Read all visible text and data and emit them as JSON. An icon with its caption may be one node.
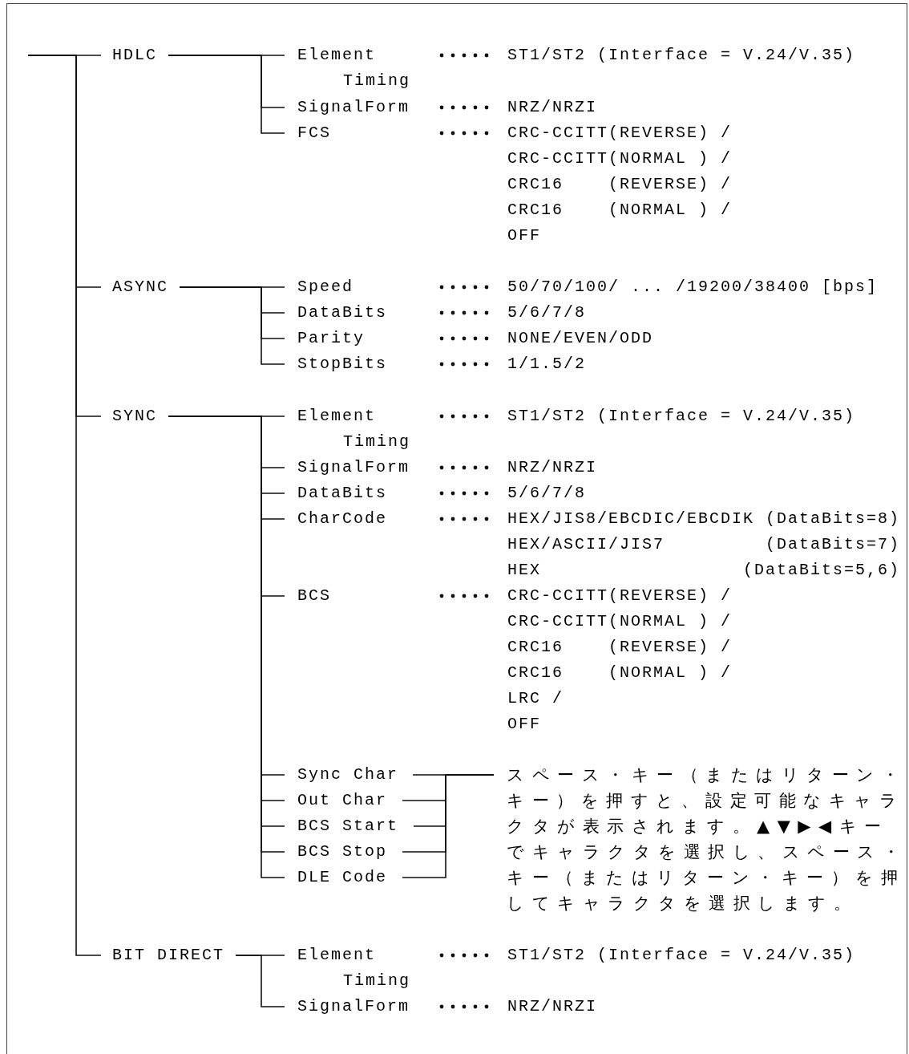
{
  "diagram": {
    "nodes": [
      {
        "text": [
          "HDLC"
        ]
      },
      {
        "text": [
          "Element Timing"
        ]
      },
      {
        "text": [
          "SignalForm"
        ]
      },
      {
        "text": [
          "FCS"
        ]
      },
      {
        "text": [
          "ASYNC"
        ]
      },
      {
        "text": [
          "Speed"
        ]
      },
      {
        "text": [
          "DataBits"
        ]
      },
      {
        "text": [
          "Parity"
        ]
      },
      {
        "text": [
          "StopBits"
        ]
      },
      {
        "text": [
          "SYNC"
        ]
      },
      {
        "text": [
          "Element Timing"
        ]
      },
      {
        "text": [
          "SignalForm"
        ]
      },
      {
        "text": [
          "DataBits"
        ]
      },
      {
        "text": [
          "CharCode"
        ]
      },
      {
        "text": [
          "BCS"
        ]
      },
      {
        "text": [
          "Sync Char"
        ]
      },
      {
        "text": [
          "Out Char"
        ]
      },
      {
        "text": [
          "BCS Start"
        ]
      },
      {
        "text": [
          "BCS Stop"
        ]
      },
      {
        "text": [
          "DLE Code"
        ]
      },
      {
        "text": [
          "スペース・キー（またはリターン・キー）を押すと、設定可能なキャラクタが表示されます。▲▼▶◀キーでキャラクタを選択し、スペース・キー（またはリターン・キー）を押してキャラクタを選択します。"
        ]
      },
      {
        "text": [
          "BIT DIRECT"
        ]
      },
      {
        "text": [
          "Element Timing"
        ]
      },
      {
        "text": [
          "SignalForm"
        ]
      }
    ],
    "edges": [
      {
        "from": null,
        "to": 0,
        "arrow": "none"
      },
      {
        "from": null,
        "to": 4,
        "arrow": "none"
      },
      {
        "from": null,
        "to": 9,
        "arrow": "none"
      },
      {
        "from": null,
        "to": 21,
        "arrow": "none"
      },
      {
        "from": 0,
        "to": 1,
        "arrow": "none"
      },
      {
        "from": 0,
        "to": 2,
        "arrow": "none"
      },
      {
        "from": 0,
        "to": 3,
        "arrow": "none"
      },
      {
        "from": 4,
        "to": 5,
        "arrow": "none"
      },
      {
        "from": 4,
        "to": 6,
        "arrow": "none"
      },
      {
        "from": 4,
        "to": 7,
        "arrow": "none"
      },
      {
        "from": 4,
        "to": 8,
        "arrow": "none"
      },
      {
        "from": 9,
        "to": 10,
        "arrow": "none"
      },
      {
        "from": 9,
        "to": 11,
        "arrow": "none"
      },
      {
        "from": 9,
        "to": 12,
        "arrow": "none"
      },
      {
        "from": 9,
        "to": 13,
        "arrow": "none"
      },
      {
        "from": 9,
        "to": 14,
        "arrow": "none"
      },
      {
        "from": 9,
        "to": 15,
        "arrow": "none"
      },
      {
        "from": 9,
        "to": 16,
        "arrow": "none"
      },
      {
        "from": 9,
        "to": 17,
        "arrow": "none"
      },
      {
        "from": 9,
        "to": 18,
        "arrow": "none"
      },
      {
        "from": 9,
        "to": 19,
        "arrow": "none"
      },
      {
        "from": 15,
        "to": 20,
        "arrow": "none"
      },
      {
        "from": 16,
        "to": 20,
        "arrow": "none"
      },
      {
        "from": 17,
        "to": 20,
        "arrow": "none"
      },
      {
        "from": 18,
        "to": 20,
        "arrow": "none"
      },
      {
        "from": 19,
        "to": 20,
        "arrow": "none"
      },
      {
        "from": 21,
        "to": 22,
        "arrow": "none"
      },
      {
        "from": 21,
        "to": 23,
        "arrow": "none"
      }
    ],
    "labels": [
      "ST1/ST2 (Interface = V.24/V.35)",
      "NRZ/NRZI",
      "CRC-CCITT(REVERSE) /",
      "CRC-CCITT(NORMAL ) /",
      "CRC16    (REVERSE) /",
      "CRC16    (NORMAL ) /",
      "OFF",
      "50/70/100/ ... /19200/38400 [bps]",
      "5/6/7/8",
      "NONE/EVEN/ODD",
      "1/1.5/2",
      "ST1/ST2 (Interface = V.24/V.35)",
      "NRZ/NRZI",
      "5/6/7/8",
      "HEX/JIS8/EBCDIC/EBCDIK (DataBits=8)",
      "HEX/ASCII/JIS7         (DataBits=7)",
      "HEX                  (DataBits=5,6)",
      "CRC-CCITT(REVERSE) /",
      "CRC-CCITT(NORMAL ) /",
      "CRC16    (REVERSE) /",
      "CRC16    (NORMAL ) /",
      "LRC /",
      "OFF",
      "ST1/ST2 (Interface = V.24/V.35)",
      "NRZ/NRZI"
    ]
  }
}
